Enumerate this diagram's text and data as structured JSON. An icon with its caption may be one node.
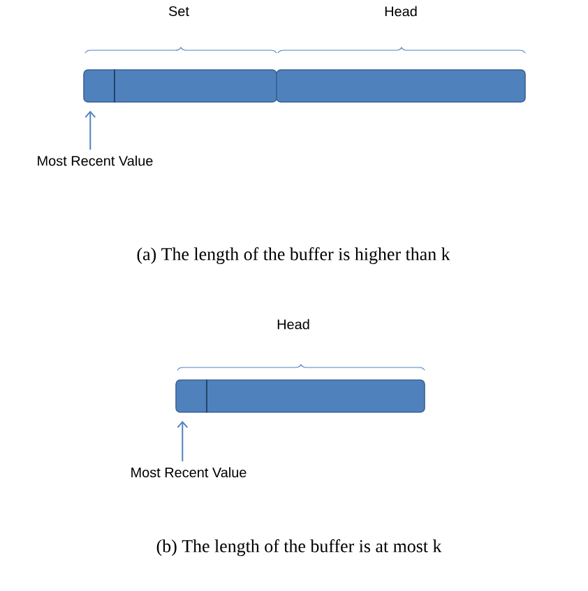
{
  "diagram": {
    "nodes": [
      {
        "text": [],
        "shape": "bar"
      },
      {
        "text": [],
        "shape": "box",
        "in": 0
      },
      {
        "text": [],
        "shape": "bar"
      },
      {
        "text": [
          "Most Recent Value"
        ]
      },
      {
        "text": [],
        "shape": "bar"
      },
      {
        "text": [],
        "shape": "box",
        "in": 4
      },
      {
        "text": [
          "Most Recent Value"
        ]
      }
    ],
    "edges": [
      {
        "from": 3,
        "to": 1,
        "arrow": "to"
      },
      {
        "from": 6,
        "to": 5,
        "arrow": "to"
      }
    ],
    "labels": [
      "Set",
      "Head",
      "(a)  The length of the buffer is higher than k",
      "Head",
      "(b)  The length of the buffer is at most k"
    ]
  }
}
